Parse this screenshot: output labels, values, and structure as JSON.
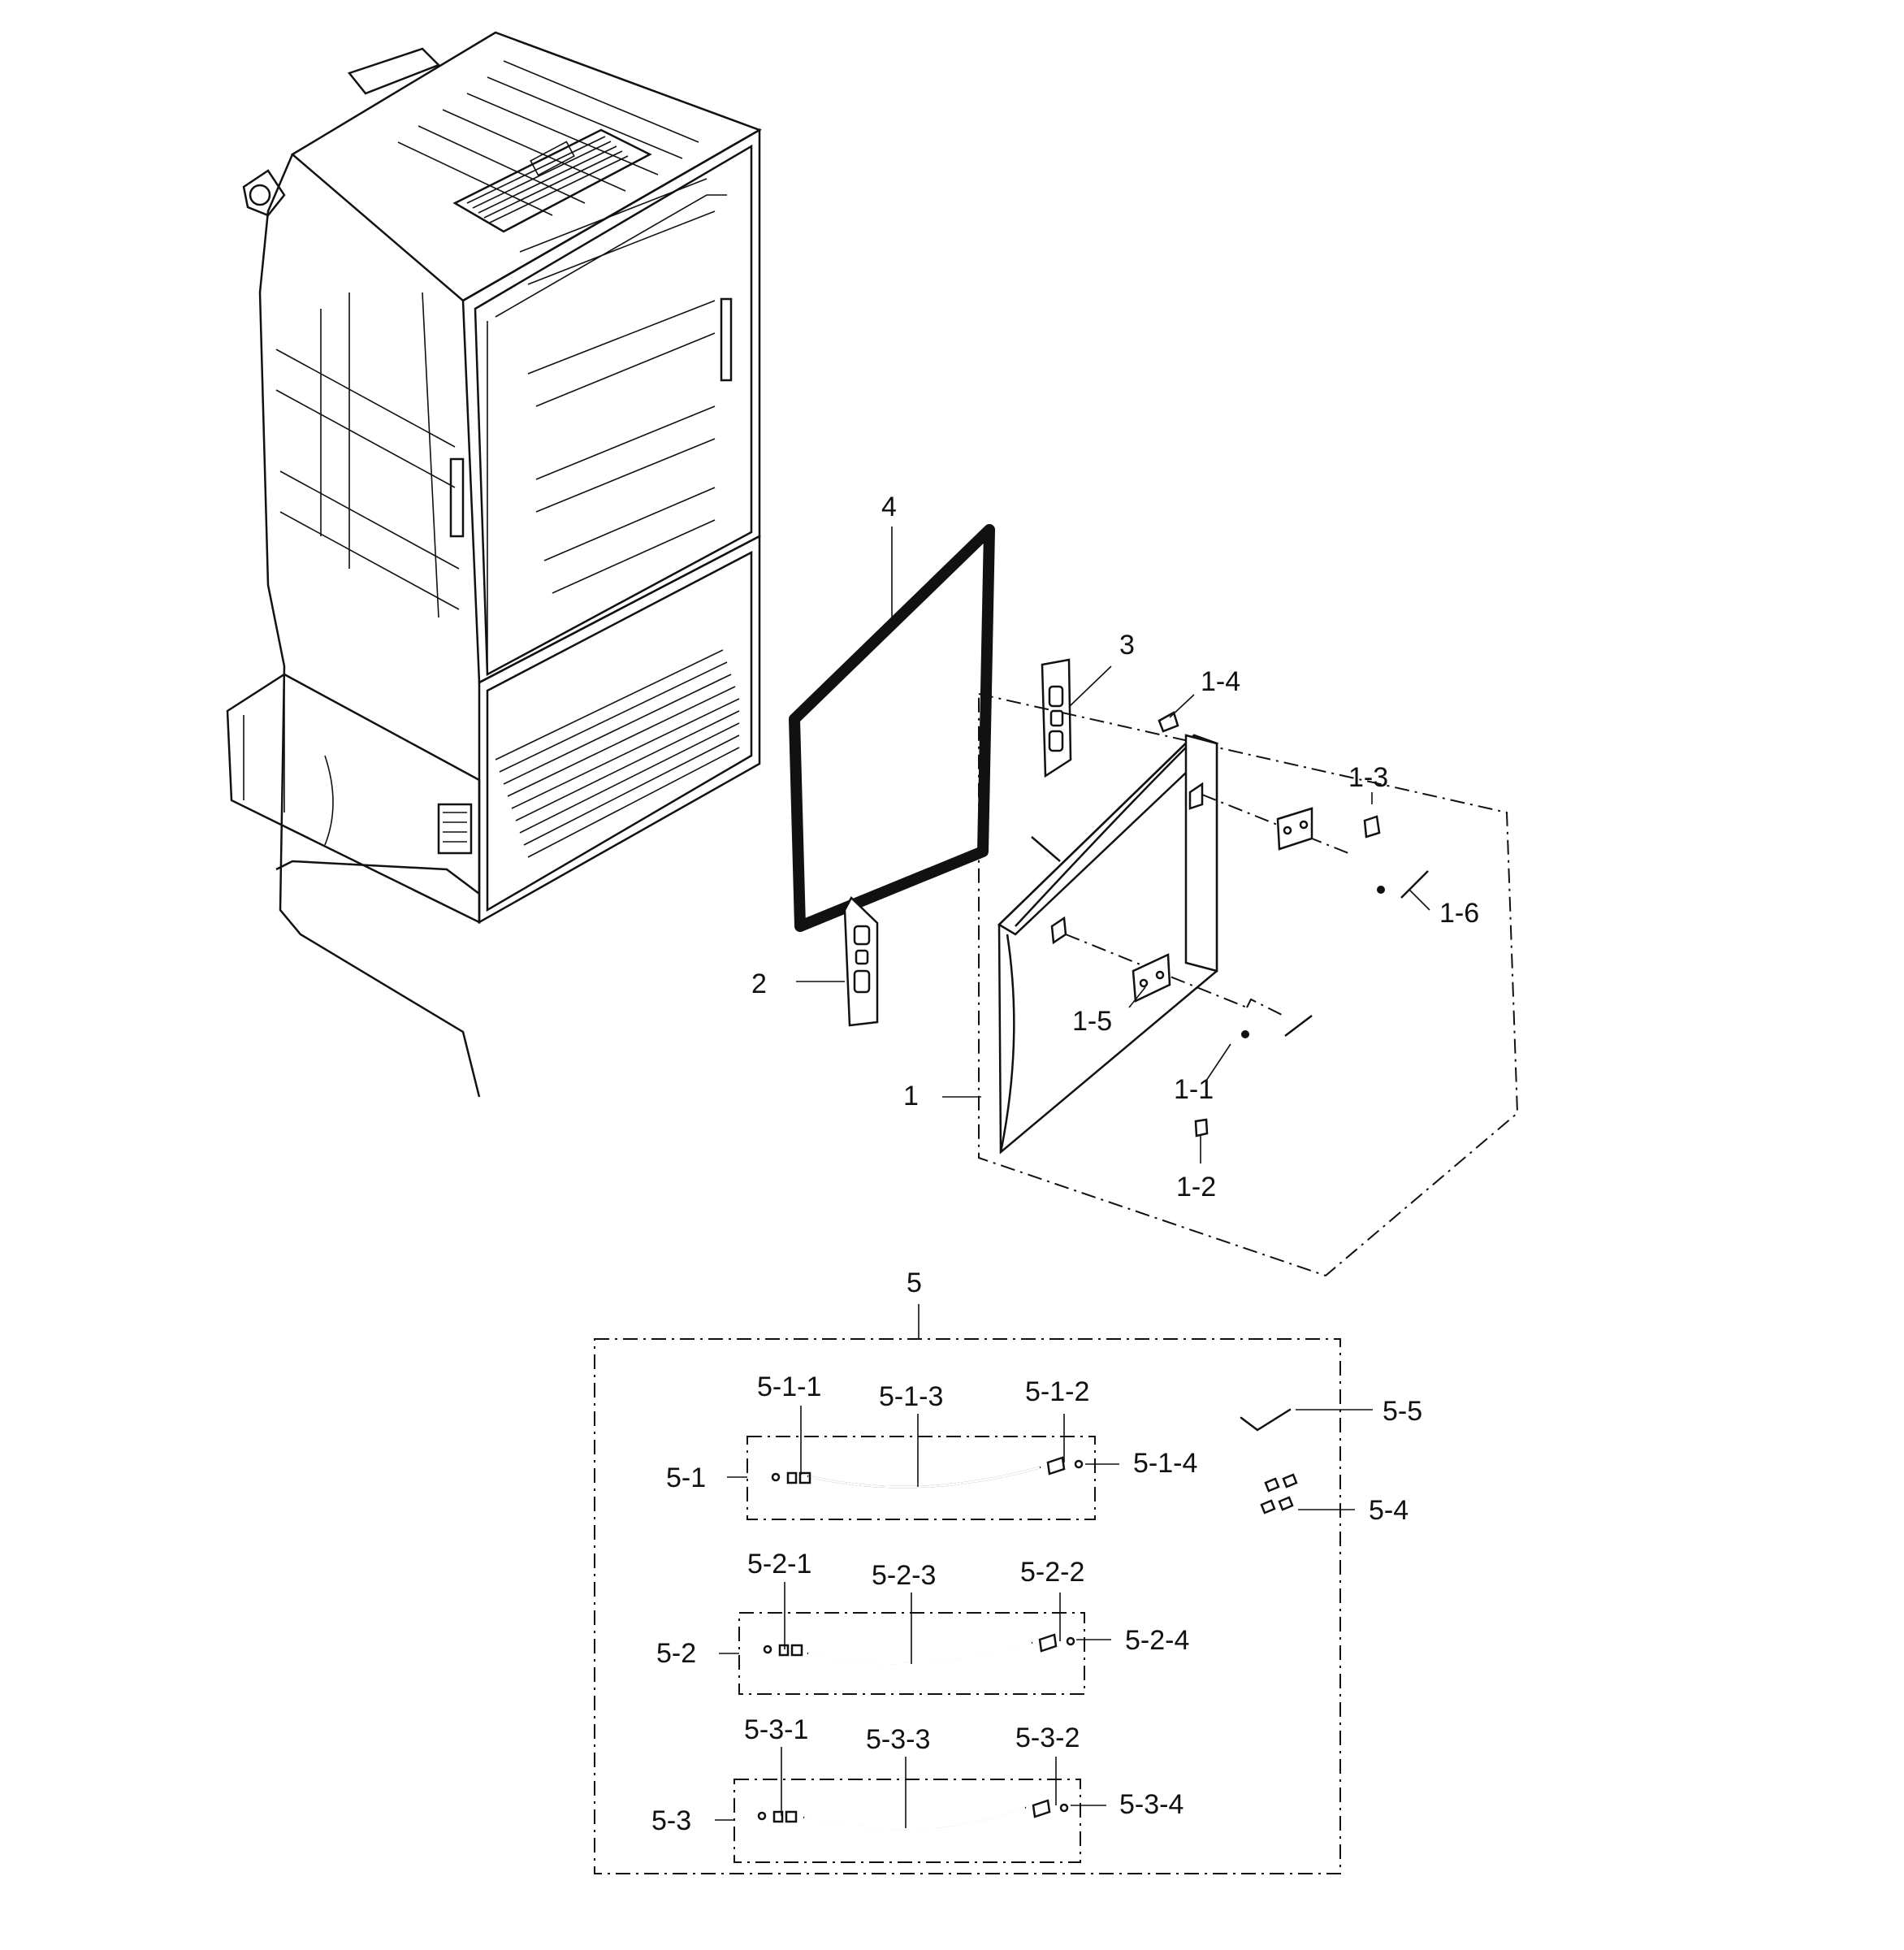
{
  "labels": {
    "p1": "1",
    "p1_1": "1-1",
    "p1_2": "1-2",
    "p1_3": "1-3",
    "p1_4": "1-4",
    "p1_5": "1-5",
    "p1_6": "1-6",
    "p2": "2",
    "p3": "3",
    "p4": "4",
    "p5": "5",
    "p5_1": "5-1",
    "p5_1_1": "5-1-1",
    "p5_1_2": "5-1-2",
    "p5_1_3": "5-1-3",
    "p5_1_4": "5-1-4",
    "p5_2": "5-2",
    "p5_2_1": "5-2-1",
    "p5_2_2": "5-2-2",
    "p5_2_3": "5-2-3",
    "p5_2_4": "5-2-4",
    "p5_3": "5-3",
    "p5_3_1": "5-3-1",
    "p5_3_2": "5-3-2",
    "p5_3_3": "5-3-3",
    "p5_3_4": "5-3-4",
    "p5_4": "5-4",
    "p5_5": "5-5"
  }
}
